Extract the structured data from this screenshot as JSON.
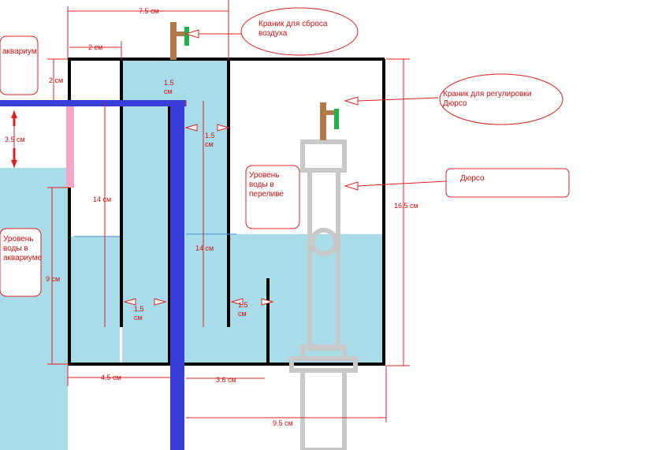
{
  "dimensions": {
    "top_width": "7.5 см",
    "top_chamber": "2 см",
    "gap_top": "2 см",
    "drop": "3.5 см",
    "pipe_gap_top": "1.5 см",
    "baffle_gap_right": "1.5 см",
    "left_height": "14 см",
    "right_height": "14 см",
    "tank_height": "16.5 см",
    "aquarium_level": "9 см",
    "baffle_left_gap": "1.5 см",
    "baffle_right_gap": "1.5 см",
    "bottom_left": "4.5 см",
    "bottom_mid": "3.6 см",
    "bottom_total": "9.5 см"
  },
  "callouts": {
    "air_valve": "Краник для сброса воздуха",
    "durso_valve": "Краник для регулировки Дюрсо",
    "durso": "Дюрсо",
    "aquarium": "аквариум",
    "aquarium_level": "Уровень воды в аквариуме",
    "overflow_level": "Уровень воды в переливе"
  },
  "colors": {
    "water": "#a8dce8",
    "pipe": "#3a3ed8",
    "wall": "#000000",
    "valve_body": "#b07a4a",
    "valve_handle": "#22b24c",
    "annotation": "#e02020",
    "pink_wall": "#f4a6c8",
    "durso_pipe": "#c8c8c8"
  },
  "icons": [
    "air-valve-icon",
    "durso-valve-icon"
  ]
}
